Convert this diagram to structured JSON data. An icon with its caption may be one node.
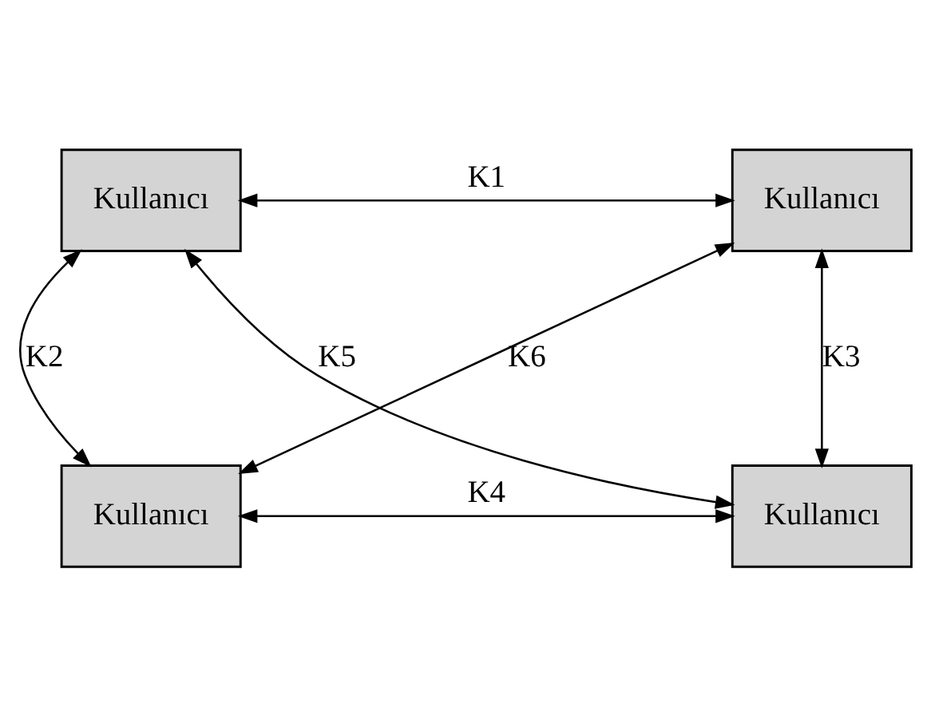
{
  "diagram": {
    "nodes": [
      {
        "text": [
          "Kullanıcı"
        ]
      },
      {
        "text": [
          "Kullanıcı"
        ]
      },
      {
        "text": [
          "Kullanıcı"
        ]
      },
      {
        "text": [
          "Kullanıcı"
        ]
      }
    ],
    "edges": [
      {
        "from": 0,
        "to": 1,
        "arrow": "both",
        "label": "K1"
      },
      {
        "from": 0,
        "to": 2,
        "arrow": "both",
        "label": "K2"
      },
      {
        "from": 1,
        "to": 3,
        "arrow": "both",
        "label": "K3"
      },
      {
        "from": 2,
        "to": 3,
        "arrow": "both",
        "label": "K4"
      },
      {
        "from": 0,
        "to": 3,
        "arrow": "both",
        "label": "K5"
      },
      {
        "from": 1,
        "to": 2,
        "arrow": "both",
        "label": "K6"
      }
    ]
  }
}
